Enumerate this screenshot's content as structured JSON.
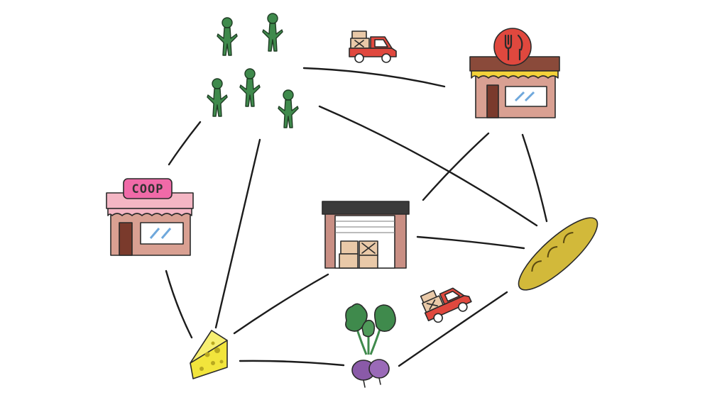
{
  "diagram": {
    "nodes": [
      {
        "id": "people",
        "icon": "people-group-icon"
      },
      {
        "id": "restaurant",
        "icon": "restaurant-icon"
      },
      {
        "id": "coop",
        "icon": "coop-store-icon",
        "sign_text": "COOP"
      },
      {
        "id": "warehouse",
        "icon": "warehouse-icon"
      },
      {
        "id": "bread",
        "icon": "baguette-icon"
      },
      {
        "id": "cheese",
        "icon": "cheese-icon"
      },
      {
        "id": "beet",
        "icon": "beet-icon"
      },
      {
        "id": "truck_top",
        "icon": "delivery-truck-icon"
      },
      {
        "id": "truck_bottom",
        "icon": "delivery-truck-icon"
      }
    ],
    "edges": [
      {
        "from": "people",
        "to": "restaurant"
      },
      {
        "from": "people",
        "to": "bread"
      },
      {
        "from": "people",
        "to": "coop"
      },
      {
        "from": "people",
        "to": "cheese"
      },
      {
        "from": "restaurant",
        "to": "warehouse"
      },
      {
        "from": "restaurant",
        "to": "bread"
      },
      {
        "from": "warehouse",
        "to": "bread"
      },
      {
        "from": "warehouse",
        "to": "cheese"
      },
      {
        "from": "coop",
        "to": "cheese"
      },
      {
        "from": "cheese",
        "to": "beet"
      },
      {
        "from": "beet",
        "to": "bread"
      }
    ],
    "colors": {
      "line": "#1c1c1c",
      "people": "#3f8a4c",
      "truck": "#e0483e",
      "awning_restaurant": "#f3d23a",
      "awning_coop": "#f4b6c4",
      "building": "#c98f84",
      "cheese": "#f2e53c",
      "bread": "#d2b93a",
      "beet_root": "#8a5aa8",
      "beet_leaves": "#3f8a4c"
    }
  }
}
